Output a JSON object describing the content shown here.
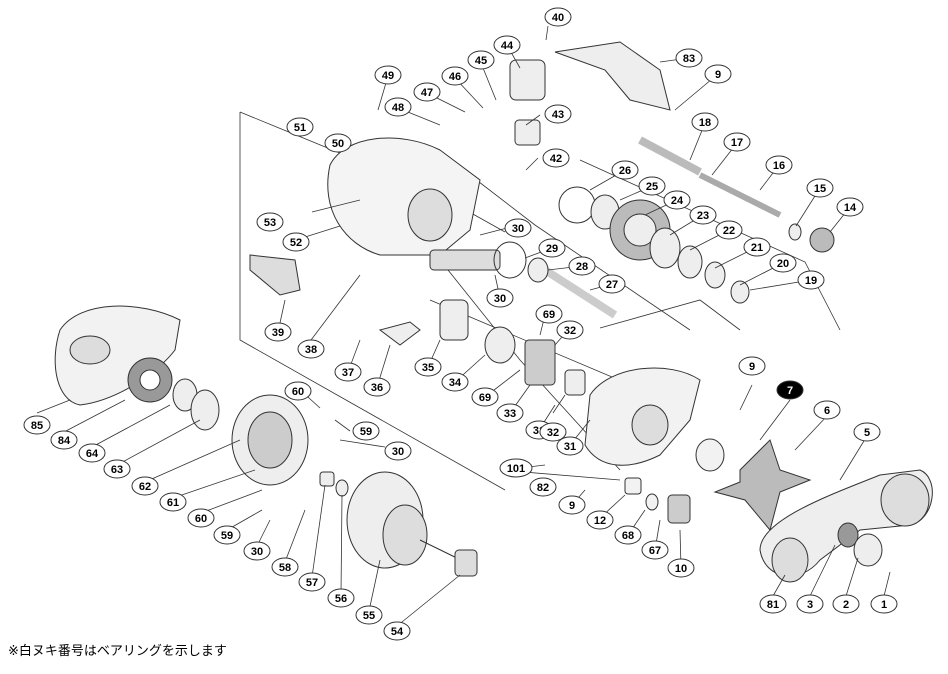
{
  "footnote": "※白ヌキ番号はベアリングを示します",
  "labels": [
    "1",
    "2",
    "3",
    "5",
    "6",
    "7",
    "9",
    "10",
    "12",
    "14",
    "15",
    "16",
    "17",
    "18",
    "19",
    "20",
    "21",
    "22",
    "23",
    "24",
    "25",
    "26",
    "27",
    "28",
    "29",
    "30",
    "31",
    "32",
    "33",
    "34",
    "35",
    "36",
    "37",
    "38",
    "39",
    "40",
    "42",
    "43",
    "44",
    "45",
    "46",
    "47",
    "48",
    "49",
    "50",
    "51",
    "52",
    "53",
    "54",
    "55",
    "56",
    "57",
    "58",
    "59",
    "60",
    "61",
    "62",
    "63",
    "64",
    "67",
    "68",
    "69",
    "81",
    "82",
    "83",
    "84",
    "85",
    "101"
  ],
  "highlighted_label": "7"
}
